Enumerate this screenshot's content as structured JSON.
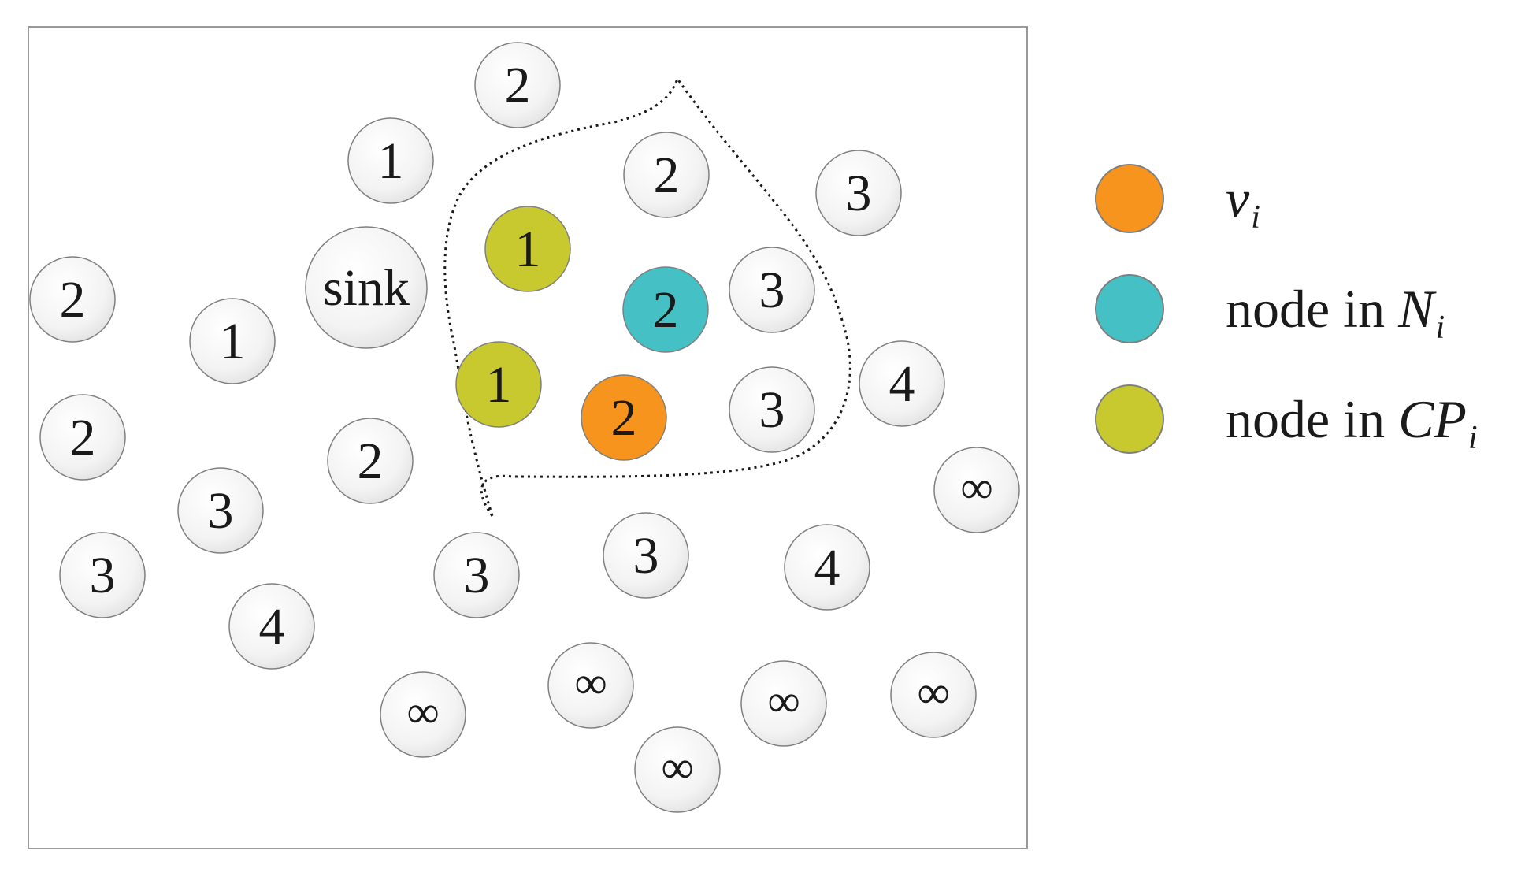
{
  "colors": {
    "node_default": "#eeeeee",
    "node_vi": "#f7941d",
    "node_Ni": "#45c0c4",
    "node_CPi": "#c8c92e",
    "outline": "#808080",
    "text": "#1a1a1a"
  },
  "nodes": [
    {
      "label": "2",
      "kind": "default"
    },
    {
      "label": "1",
      "kind": "default"
    },
    {
      "label": "2",
      "kind": "default"
    },
    {
      "label": "3",
      "kind": "default"
    },
    {
      "label": "2",
      "kind": "default"
    },
    {
      "label": "sink",
      "kind": "sink"
    },
    {
      "label": "1",
      "kind": "cpi"
    },
    {
      "label": "2",
      "kind": "ni"
    },
    {
      "label": "3",
      "kind": "default"
    },
    {
      "label": "1",
      "kind": "default"
    },
    {
      "label": "1",
      "kind": "cpi"
    },
    {
      "label": "2",
      "kind": "vi"
    },
    {
      "label": "3",
      "kind": "default"
    },
    {
      "label": "4",
      "kind": "default"
    },
    {
      "label": "2",
      "kind": "default"
    },
    {
      "label": "2",
      "kind": "default"
    },
    {
      "label": "∞",
      "kind": "default"
    },
    {
      "label": "3",
      "kind": "default"
    },
    {
      "label": "3",
      "kind": "default"
    },
    {
      "label": "3",
      "kind": "default"
    },
    {
      "label": "3",
      "kind": "default"
    },
    {
      "label": "4",
      "kind": "default"
    },
    {
      "label": "4",
      "kind": "default"
    },
    {
      "label": "∞",
      "kind": "default"
    },
    {
      "label": "∞",
      "kind": "default"
    },
    {
      "label": "∞",
      "kind": "default"
    },
    {
      "label": "∞",
      "kind": "default"
    },
    {
      "label": "∞",
      "kind": "default"
    }
  ],
  "legend": [
    {
      "symbol": "v",
      "prefix": "",
      "subscript": "i",
      "color": "#f7941d"
    },
    {
      "symbol": "N",
      "prefix": "node in ",
      "subscript": "i",
      "color": "#45c0c4"
    },
    {
      "symbol": "CP",
      "prefix": "node in ",
      "subscript": "i",
      "color": "#c8c92e"
    }
  ]
}
